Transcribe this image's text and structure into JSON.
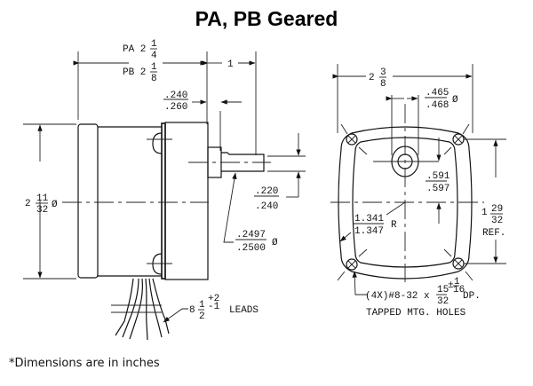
{
  "title": "PA, PB Geared",
  "footnote": "*Dimensions are in inches",
  "side_view": {
    "length_pa": {
      "prefix": "PA 2",
      "num": "1",
      "den": "4"
    },
    "length_pb": {
      "prefix": "PB 2",
      "num": "1",
      "den": "8"
    },
    "shaft_length": "1",
    "boss_length": {
      "upper": ".240",
      "lower": ".260"
    },
    "body_diameter": {
      "whole": "2",
      "num": "11",
      "den": "32",
      "symbol": "Ø"
    },
    "flat_depth": {
      "upper": ".220",
      "lower": ".240"
    },
    "shaft_diameter": {
      "upper": ".2497",
      "lower": ".2500",
      "symbol": "Ø"
    },
    "leads": {
      "whole": "8",
      "num": "1",
      "den": "2",
      "tol_plus": "+2",
      "tol_minus": "-1",
      "label": "LEADS"
    }
  },
  "front_view": {
    "width": {
      "whole": "2",
      "num": "3",
      "den": "8"
    },
    "hub_diameter": {
      "upper": ".465",
      "lower": ".468",
      "symbol": "Ø"
    },
    "hub_offset": {
      "upper": ".591",
      "lower": ".597"
    },
    "radius": {
      "upper": "1.341",
      "lower": "1.347",
      "suffix": "R"
    },
    "hole_spacing": {
      "whole": "1",
      "num": "29",
      "den": "32",
      "suffix": "REF."
    },
    "holes_note": {
      "prefix": "(4X)#8-32 x",
      "num": "15",
      "den": "32",
      "tol": "±",
      "tol_num": "1",
      "tol_den": "16",
      "suffix": "DP."
    },
    "holes_label": "TAPPED MTG. HOLES"
  }
}
